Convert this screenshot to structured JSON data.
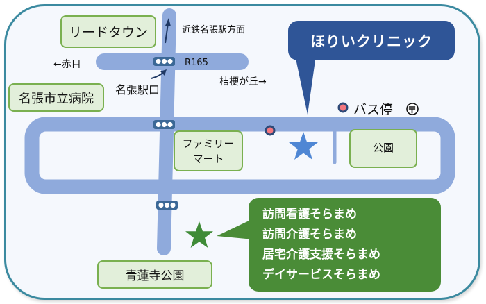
{
  "labels": {
    "kintetsu": "近鉄名張駅方面",
    "akame": "←赤目",
    "route": "R165",
    "kikyogaoka": "桔梗が丘→",
    "nabari_eki_guchi": "名張駅口",
    "bus_stop": "バス停",
    "post_mark": "〒"
  },
  "places": {
    "reed_town": "リードタウン",
    "hospital": "名張市立病院",
    "familymart": "ファミリー\nマート",
    "park": "公園",
    "shorenji_park": "青蓮寺公園"
  },
  "clinic": {
    "name": "ほりいクリニック",
    "color": "#2f5597"
  },
  "soramame": {
    "color": "#4a8c37",
    "services": [
      "訪問看護そらまめ",
      "訪問介護そらまめ",
      "居宅介護支援そらまめ",
      "デイサービスそらまめ"
    ]
  },
  "colors": {
    "road": "#8faadc",
    "frame": "#3b8aa0",
    "box_fill": "#e2efda",
    "box_border": "#7ab050"
  }
}
